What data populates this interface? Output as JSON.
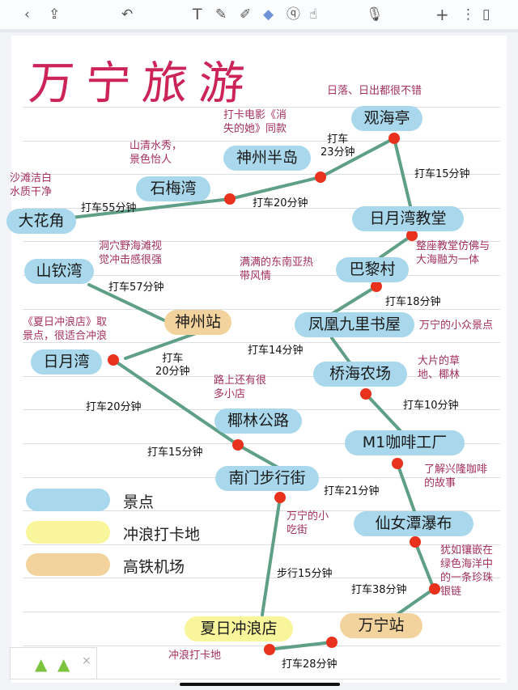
{
  "toolbar": {
    "icons": [
      "back-icon",
      "share-icon",
      "undo-icon",
      "text-icon",
      "pen-icon",
      "highlighter-icon",
      "eraser-icon",
      "lasso-icon",
      "hand-icon",
      "mic-icon",
      "add-icon",
      "more-icon",
      "pages-icon"
    ]
  },
  "title": "万宁旅游",
  "places": {
    "dahuajiao": "大花角",
    "shanqinwan": "山钦湾",
    "shimeiwan": "石梅湾",
    "shenzhoubandao": "神州半岛",
    "guanhaiting": "观海亭",
    "riyuewan_church": "日月湾教堂",
    "balicun": "巴黎村",
    "fenghuang": "凤凰九里书屋",
    "qiaohai": "桥海农场",
    "m1": "M1咖啡工厂",
    "xiannvtan": "仙女潭瀑布",
    "wanning_station": "万宁站",
    "surf_shop": "夏日冲浪店",
    "nanmen": "南门步行街",
    "yelin": "椰林公路",
    "riyuewan": "日月湾",
    "shenzhou_station": "神州站"
  },
  "notes": {
    "dahuajiao": "沙滩洁白\n水质干净",
    "shimeiwan": "山清水秀，\n景色怡人",
    "shenzhoubandao": "打卡电影《消\n失的她》同款",
    "guanhaiting": "日落、日出都很不错",
    "shanqinwan": "洞穴野海滩视\n觉冲击感很强",
    "balicun": "满满的东南亚热\n带风情",
    "church": "整座教堂仿佛与\n大海融为一体",
    "fenghuang": "万宁的小众景点",
    "riyuewan": "《夏日冲浪店》取\n景点，很适合冲浪",
    "qiaohai": "大片的草\n地、椰林",
    "yelin": "路上还有很\n多小店",
    "m1": "了解兴隆咖啡\n的故事",
    "nanmen": "万宁的小\n吃街",
    "xiannvtan": "犹如镶嵌在\n绿色海洋中\n的一条珍珠\n银链",
    "surf_shop": "冲浪打卡地"
  },
  "times": {
    "t55": "打车55分钟",
    "t20a": "打车20分钟",
    "t23": "打车\n23分钟",
    "t15a": "打车15分钟",
    "t57": "打车57分钟",
    "t18": "打车18分钟",
    "t14": "打车14分钟",
    "t20b": "打车\n20分钟",
    "t10": "打车10分钟",
    "t20c": "打车20分钟",
    "t15b": "打车15分钟",
    "t21": "打车21分钟",
    "walk15": "步行15分钟",
    "t38": "打车38分钟",
    "t28": "打车28分钟"
  },
  "legend": [
    {
      "label": "景点",
      "color": "#a9d8ec"
    },
    {
      "label": "冲浪打卡地",
      "color": "#f8f59a"
    },
    {
      "label": "高铁机场",
      "color": "#f3d39d"
    }
  ],
  "colors": {
    "route": "#5e9f86",
    "dot": "#e8321e",
    "title": "#cc2458",
    "note": "#a3305e"
  }
}
